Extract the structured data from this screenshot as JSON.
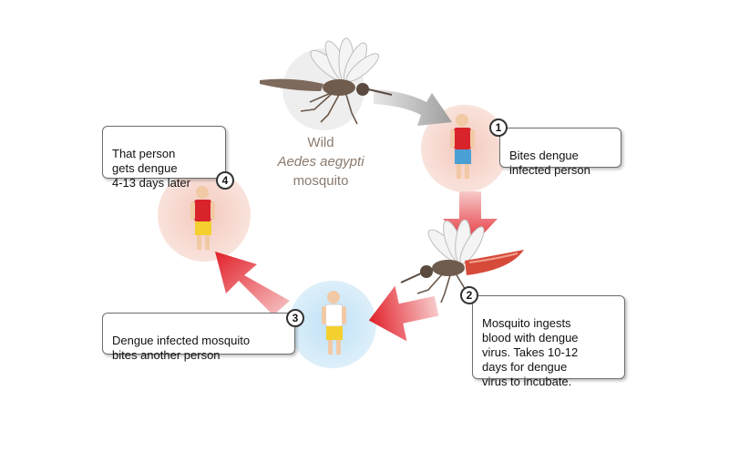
{
  "center": {
    "line1": "Wild",
    "line2": "Aedes aegypti",
    "line3": "mosquito"
  },
  "steps": [
    {
      "number": "1",
      "text": "Bites dengue\ninfected person"
    },
    {
      "number": "2",
      "text": "Mosquito ingests\nblood with dengue\nvirus. Takes 10-12\ndays for dengue\nvirus to incubate."
    },
    {
      "number": "3",
      "text": "Dengue infected mosquito\nbites another person"
    },
    {
      "number": "4",
      "text": "That person\ngets dengue\n4-13 days later"
    }
  ],
  "colors": {
    "arrow_red": "#e2202a",
    "arrow_grey": "#a8a8a8",
    "infected_glow": "#f6d9d0",
    "healthy_glow": "#cfe8f7",
    "mosquito_body": "#7d6a5c"
  }
}
